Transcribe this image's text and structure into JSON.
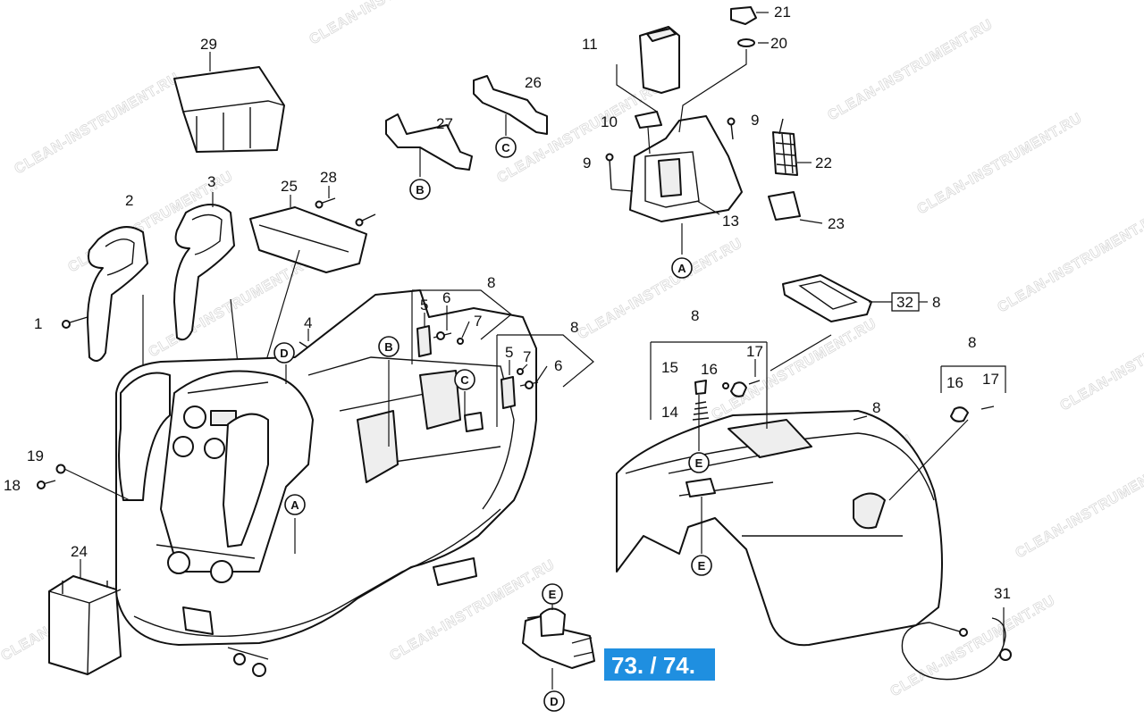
{
  "watermark": "CLEAN-INSTRUMENT.RU",
  "callouts": [
    "1",
    "2",
    "3",
    "4",
    "5",
    "6",
    "7",
    "8",
    "9",
    "10",
    "11",
    "13",
    "14",
    "15",
    "16",
    "17",
    "18",
    "19",
    "20",
    "21",
    "22",
    "23",
    "24",
    "25",
    "26",
    "27",
    "28",
    "29",
    "31",
    "32"
  ],
  "labels": {
    "p1": "1",
    "p2": "2",
    "p3": "3",
    "p4": "4",
    "p5a": "5",
    "p5b": "5",
    "p6a": "6",
    "p6b": "6",
    "p7a": "7",
    "p7b": "7",
    "p8a": "8",
    "p8b": "8",
    "p8c": "8",
    "p8d": "8",
    "p8e": "8",
    "p8f": "8",
    "p9a": "9",
    "p9b": "9",
    "p10": "10",
    "p11": "11",
    "p13": "13",
    "p14": "14",
    "p15": "15",
    "p16a": "16",
    "p16b": "16",
    "p17a": "17",
    "p17b": "17",
    "p18": "18",
    "p19": "19",
    "p20": "20",
    "p21": "21",
    "p22": "22",
    "p23": "23",
    "p24": "24",
    "p25": "25",
    "p26": "26",
    "p27": "27",
    "p28": "28",
    "p29": "29",
    "p31": "31",
    "p32": "32"
  },
  "references": {
    "refA1": "A",
    "refA2": "A",
    "refB1": "B",
    "refB2": "B",
    "refC1": "C",
    "refC2": "C",
    "refD1": "D",
    "refD2": "D",
    "refE1": "E",
    "refE2": "E",
    "refE3": "E"
  },
  "badge": {
    "text": "73. / 74.",
    "color": "#1f8fe0"
  }
}
